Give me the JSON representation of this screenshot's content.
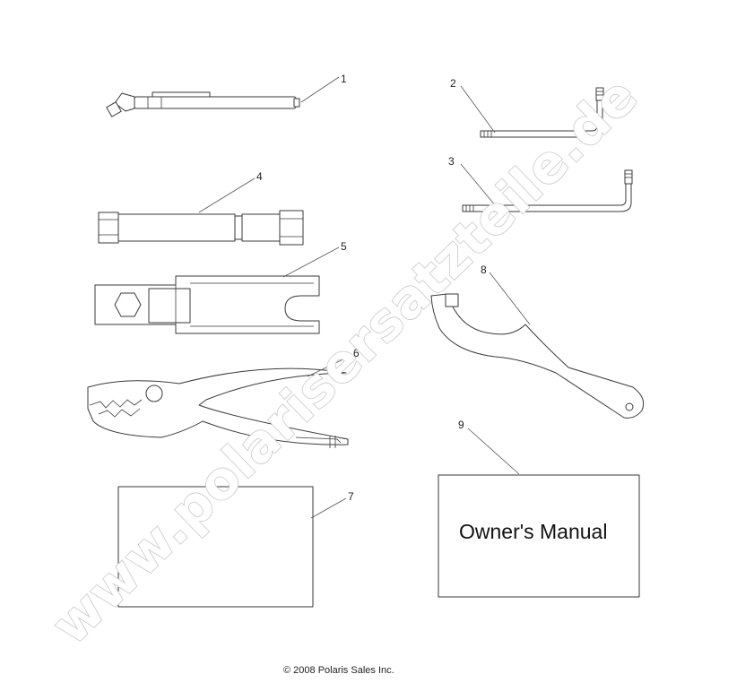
{
  "callouts": {
    "c1": "1",
    "c2": "2",
    "c3": "3",
    "c4": "4",
    "c5": "5",
    "c6": "6",
    "c7": "7",
    "c8": "8",
    "c9": "9"
  },
  "manual_box": {
    "label": "Owner's Manual"
  },
  "copyright": "© 2008 Polaris Sales Inc.",
  "watermark": "www.polarisersatzteile.de",
  "colors": {
    "line": "#3a3a3a",
    "watermark_outline": "#c8c8c8",
    "background": "#ffffff"
  }
}
